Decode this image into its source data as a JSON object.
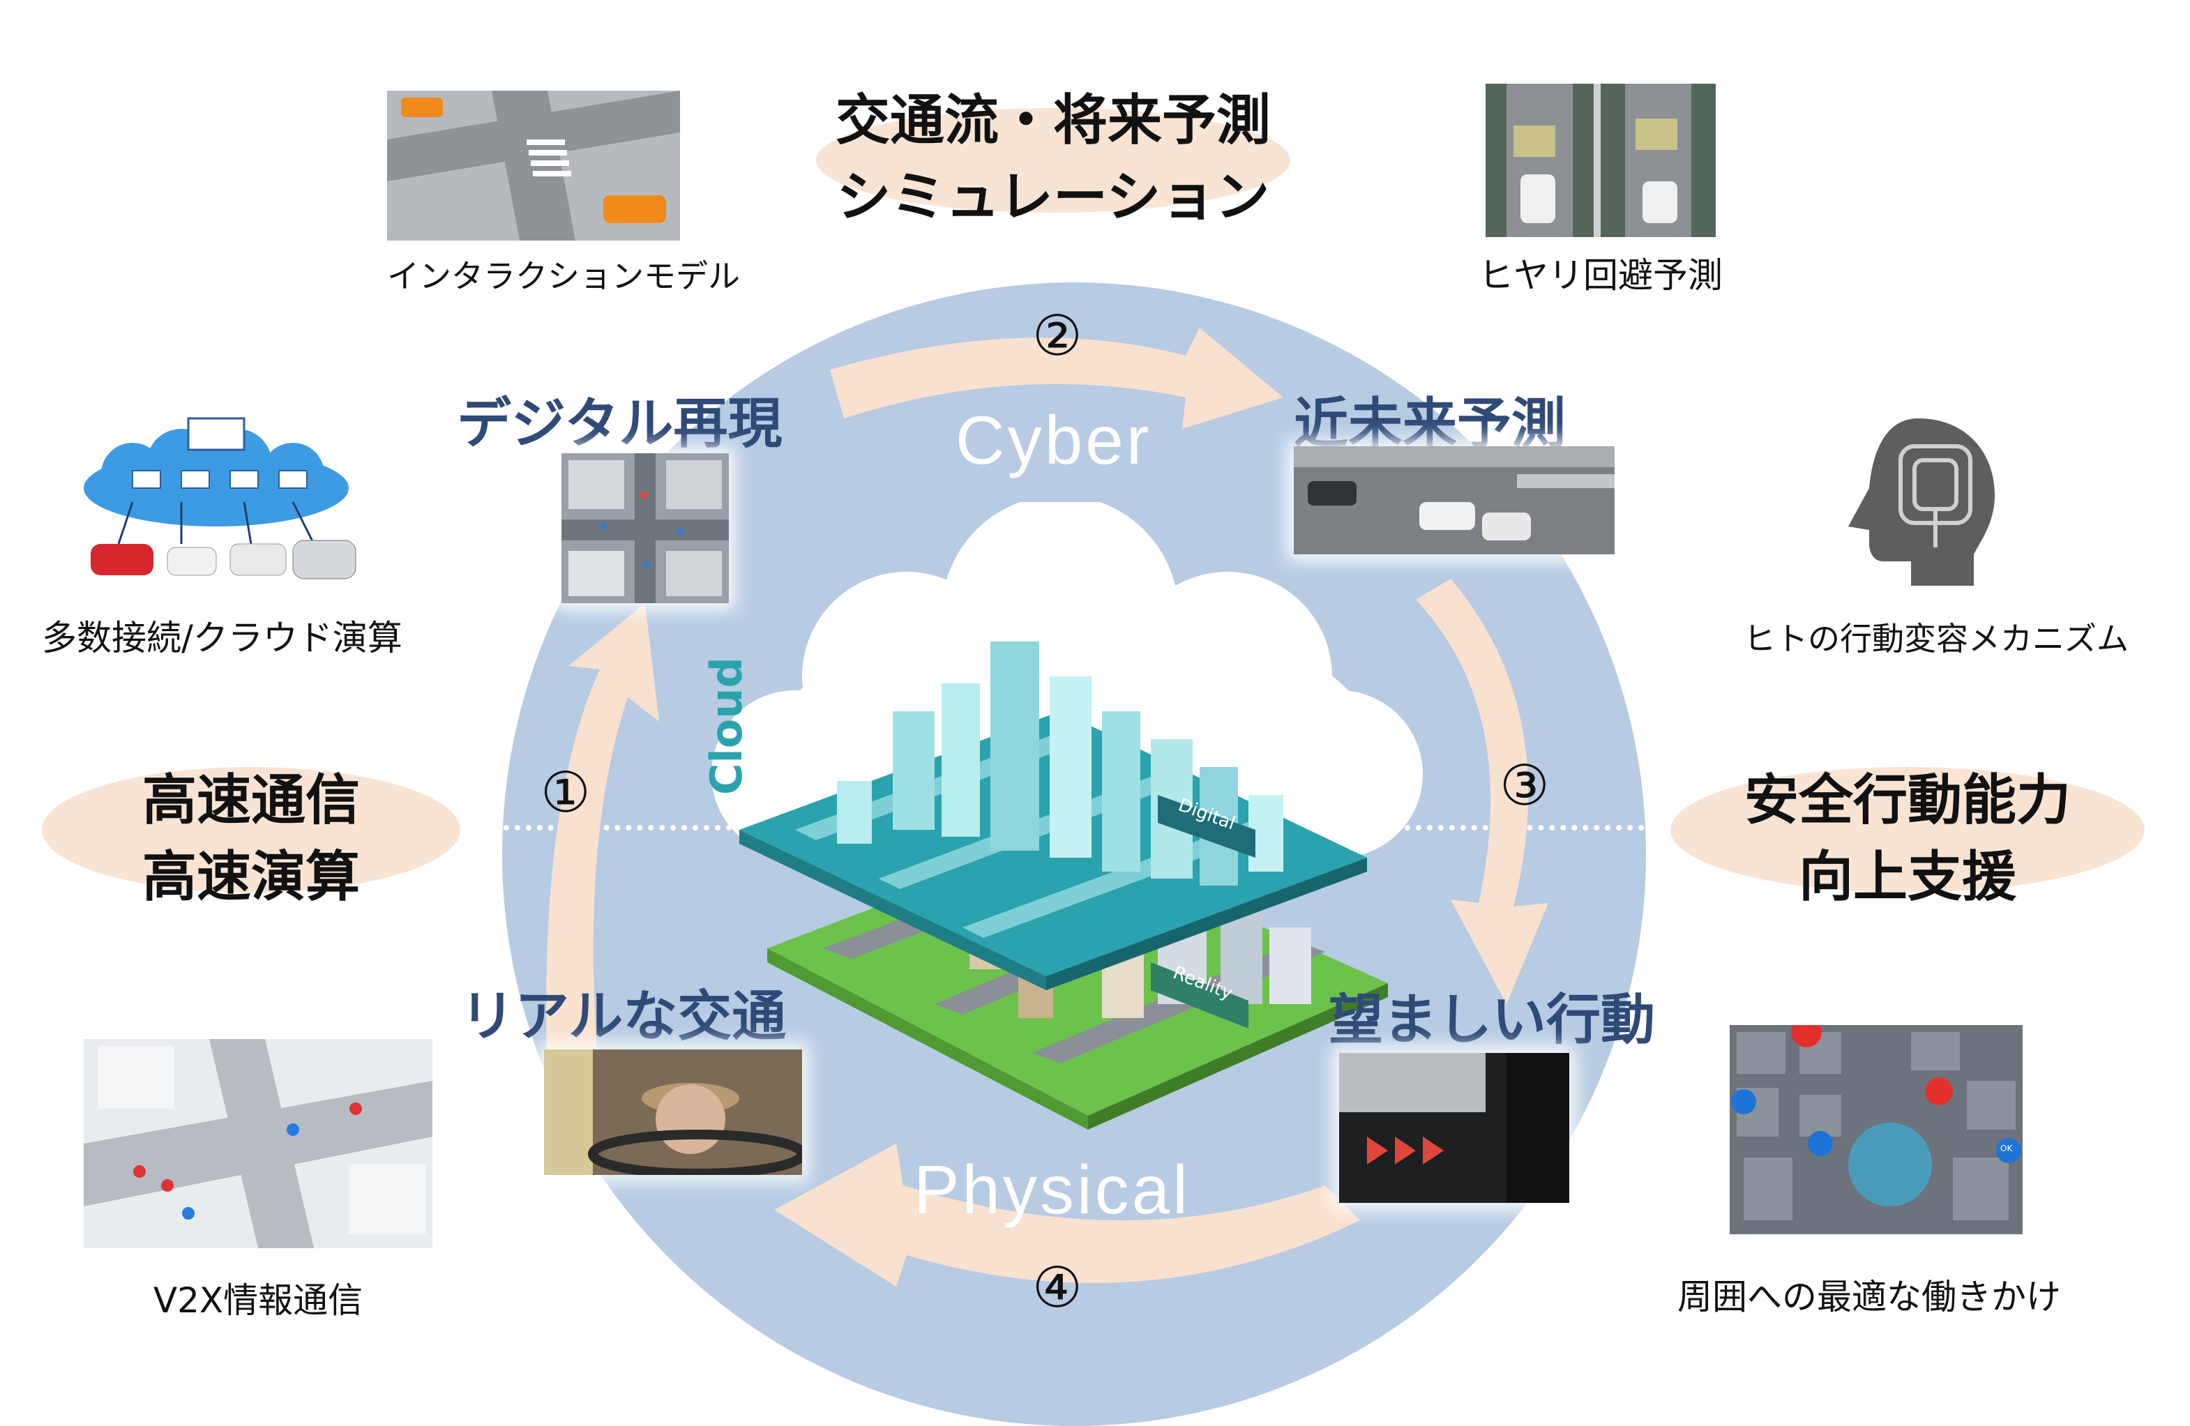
{
  "top": {
    "title_line1": "交通流・将来予測",
    "title_line2": "シミュレーション"
  },
  "left_ellipse": {
    "line1": "高速通信",
    "line2": "高速演算"
  },
  "right_ellipse": {
    "line1": "安全行動能力",
    "line2": "向上支援"
  },
  "cycle": {
    "upper_layer": "Cyber",
    "lower_layer": "Physical",
    "cloud_label": "Cloud",
    "digital_tag": "Digital",
    "reality_tag": "Reality",
    "steps": [
      {
        "num": "①",
        "label": "リアルな交通"
      },
      {
        "num": "②",
        "label": "デジタル再現"
      },
      {
        "num": "③",
        "label": "近未来予測"
      },
      {
        "num": "④",
        "label": "望ましい行動"
      }
    ]
  },
  "captions": {
    "interaction_model": "インタラクションモデル",
    "near_miss": "ヒヤリ回避予測",
    "multi_connection": "多数接続/クラウド演算",
    "human_behavior": "ヒトの行動変容メカニズム",
    "v2x": "V2X情報通信",
    "surroundings": "周囲への最適な働きかけ"
  },
  "map_badges": {
    "ok": "OK"
  },
  "colors": {
    "circle": "#b7cbe3",
    "arrow": "#f9e1cf",
    "ellipse": "#f9e4d3",
    "label_blue": "#2f4a78",
    "digital_teal": "#2aa3ae",
    "reality_green": "#6cc24a"
  }
}
